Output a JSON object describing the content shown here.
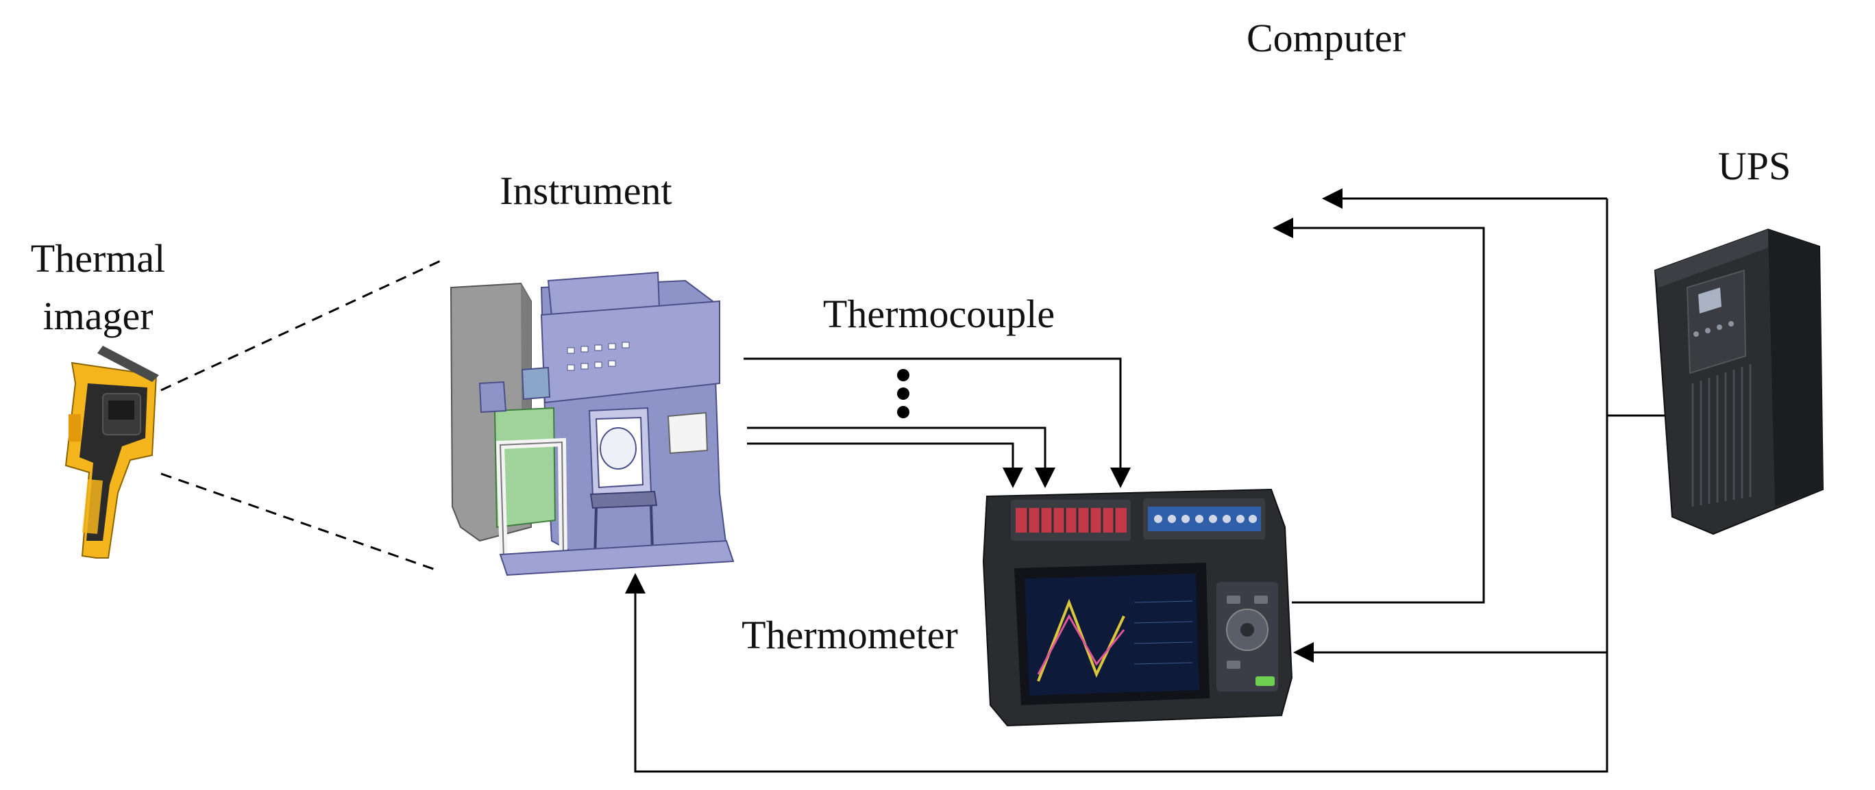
{
  "labels": {
    "computer": "Computer",
    "ups": "UPS",
    "instrument": "Instrument",
    "thermal_imager_line1": "Thermal",
    "thermal_imager_line2": "imager",
    "thermocouple": "Thermocouple",
    "thermometer": "Thermometer"
  },
  "colors": {
    "line": "#000000",
    "instrument_body": "#8e93c8",
    "instrument_panel": "#9fa3d4",
    "instrument_cabinet": "#9a9a9a",
    "instrument_green": "#9fd39a",
    "imager_yellow": "#f5b51c",
    "imager_dark": "#2b2b2b",
    "logger_dark": "#2a2c30",
    "logger_screen": "#0d1a3a",
    "terminal_red": "#c23a4a",
    "terminal_blue": "#2f5fa8",
    "ups_dark": "#2c2d31"
  },
  "icons": {
    "thermal_imager": "thermal-imager-icon",
    "instrument": "instrument-apparatus-icon",
    "thermometer": "data-logger-thermometer-icon",
    "ups": "ups-tower-icon"
  }
}
